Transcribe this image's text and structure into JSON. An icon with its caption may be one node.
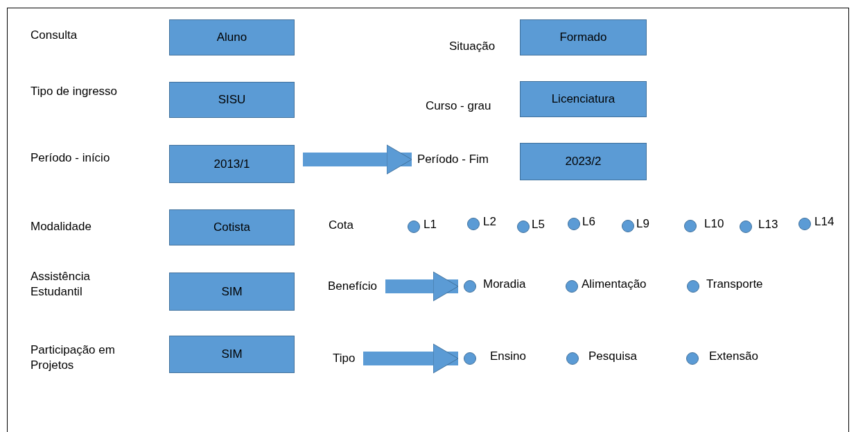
{
  "diagram": {
    "nodes": [
      {
        "text": [
          "Aluno"
        ]
      },
      {
        "text": [
          "Formado"
        ]
      },
      {
        "text": [
          "SISU"
        ]
      },
      {
        "text": [
          "Licenciatura"
        ]
      },
      {
        "text": [
          "2013/1"
        ]
      },
      {
        "text": [
          "Período - Fim"
        ]
      },
      {
        "text": [
          "2023/2"
        ]
      },
      {
        "text": [
          "Cotista"
        ]
      },
      {
        "text": [],
        "shape": "circle",
        "beside": [
          "L1"
        ]
      },
      {
        "text": [],
        "shape": "circle",
        "beside": [
          "L2"
        ]
      },
      {
        "text": [],
        "shape": "circle",
        "beside": [
          "L5"
        ]
      },
      {
        "text": [],
        "shape": "circle",
        "beside": [
          "L6"
        ]
      },
      {
        "text": [],
        "shape": "circle",
        "beside": [
          "L9"
        ]
      },
      {
        "text": [],
        "shape": "circle",
        "beside": [
          "L10"
        ]
      },
      {
        "text": [],
        "shape": "circle",
        "beside": [
          "L13"
        ]
      },
      {
        "text": [],
        "shape": "circle",
        "beside": [
          "L14"
        ]
      },
      {
        "text": [
          "SIM"
        ]
      },
      {
        "text": [
          "Benefício"
        ]
      },
      {
        "text": [],
        "shape": "circle",
        "beside": [
          "Moradia"
        ]
      },
      {
        "text": [],
        "shape": "circle",
        "beside": [
          "Alimentação"
        ]
      },
      {
        "text": [],
        "shape": "circle",
        "beside": [
          "Transporte"
        ]
      },
      {
        "text": [
          "SIM"
        ]
      },
      {
        "text": [
          "Tipo"
        ]
      },
      {
        "text": [],
        "shape": "circle",
        "beside": [
          "Ensino"
        ]
      },
      {
        "text": [],
        "shape": "circle",
        "beside": [
          "Pesquisa"
        ]
      },
      {
        "text": [],
        "shape": "circle",
        "beside": [
          "Extensão"
        ]
      }
    ],
    "edges": [
      {
        "from": 4,
        "to": 5,
        "arrow": "to"
      },
      {
        "from": 17,
        "to": 18,
        "arrow": "to"
      },
      {
        "from": 22,
        "to": 23,
        "arrow": "to"
      }
    ],
    "labels": [
      "Consulta",
      "Situação",
      "Tipo de ingresso",
      "Curso - grau",
      "Período - início",
      "Modalidade",
      "Cota",
      "Assistência Estudantil",
      "Participação em Projetos"
    ]
  }
}
